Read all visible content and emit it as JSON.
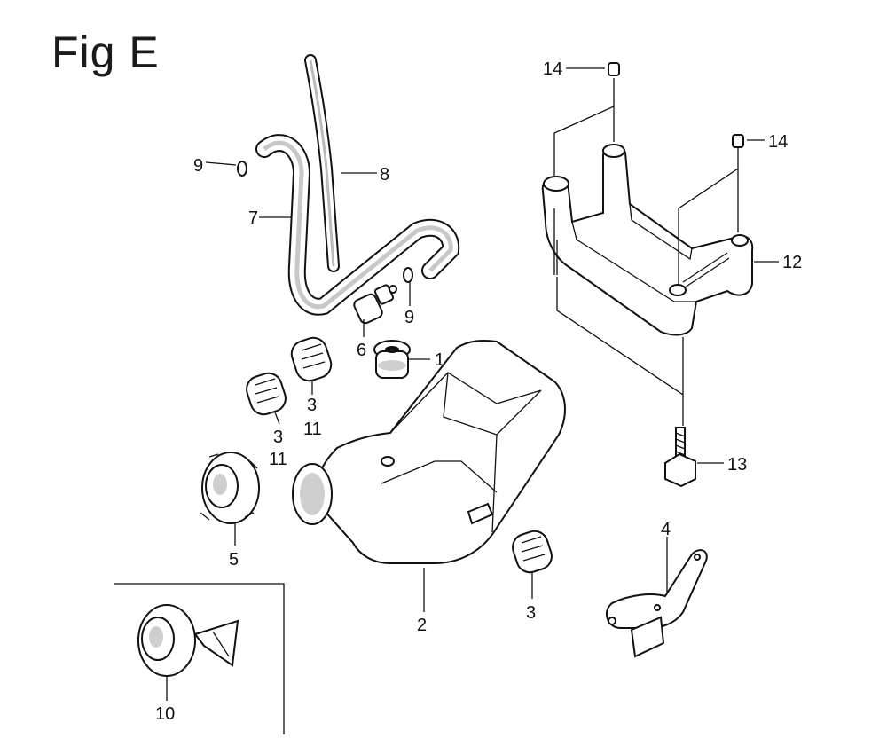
{
  "figure": {
    "title": "Fig E"
  },
  "callouts": [
    {
      "key": "p1",
      "label": "1"
    },
    {
      "key": "p2",
      "label": "2"
    },
    {
      "key": "p3a",
      "label": "3"
    },
    {
      "key": "p3b",
      "label": "3"
    },
    {
      "key": "p3c",
      "label": "3"
    },
    {
      "key": "p4",
      "label": "4"
    },
    {
      "key": "p5",
      "label": "5"
    },
    {
      "key": "p6",
      "label": "6"
    },
    {
      "key": "p7",
      "label": "7"
    },
    {
      "key": "p8",
      "label": "8"
    },
    {
      "key": "p9a",
      "label": "9"
    },
    {
      "key": "p9b",
      "label": "9"
    },
    {
      "key": "p10",
      "label": "10"
    },
    {
      "key": "p11a",
      "label": "11"
    },
    {
      "key": "p11b",
      "label": "11"
    },
    {
      "key": "p12",
      "label": "12"
    },
    {
      "key": "p13",
      "label": "13"
    },
    {
      "key": "p14a",
      "label": "14"
    },
    {
      "key": "p14b",
      "label": "14"
    }
  ]
}
